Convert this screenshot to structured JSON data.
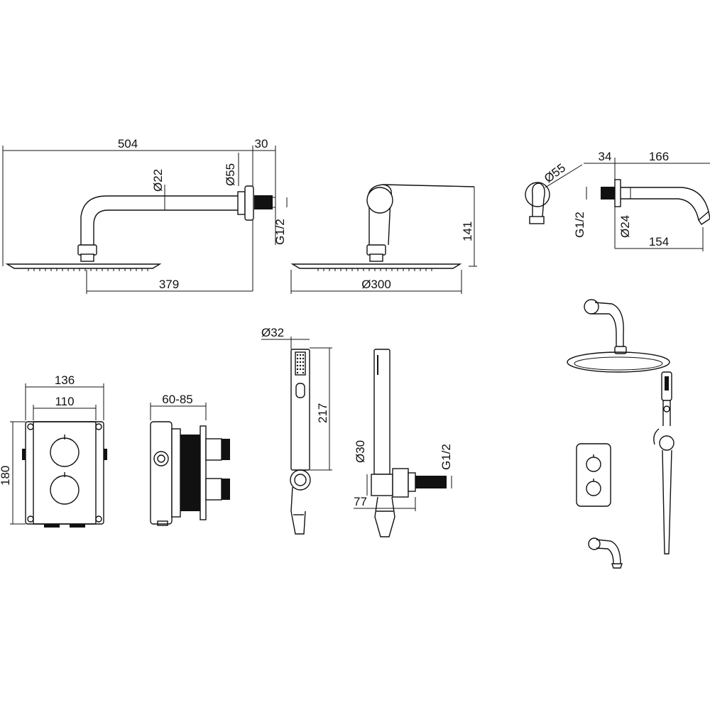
{
  "dimensions": {
    "arm_total_length": "504",
    "arm_depth": "30",
    "arm_pipe_diameter": "Ø22",
    "arm_flange_diameter": "Ø55",
    "arm_thread": "G1/2",
    "head_offset": "379",
    "head_height": "141",
    "head_diameter": "Ø300",
    "spout_flange_diameter": "Ø55",
    "spout_depth": "34",
    "spout_length": "166",
    "spout_thread": "G1/2",
    "spout_pipe_diameter": "Ø24",
    "spout_reach": "154",
    "valve_plate_width": "136",
    "valve_box_width": "110",
    "valve_height": "180",
    "valve_wall_depth": "60-85",
    "handshower_diameter": "Ø32",
    "handshower_length": "217",
    "elbow_diameter": "Ø30",
    "elbow_thread": "G1/2",
    "elbow_projection": "77"
  },
  "colors": {
    "line": "#111111",
    "background": "#ffffff"
  }
}
